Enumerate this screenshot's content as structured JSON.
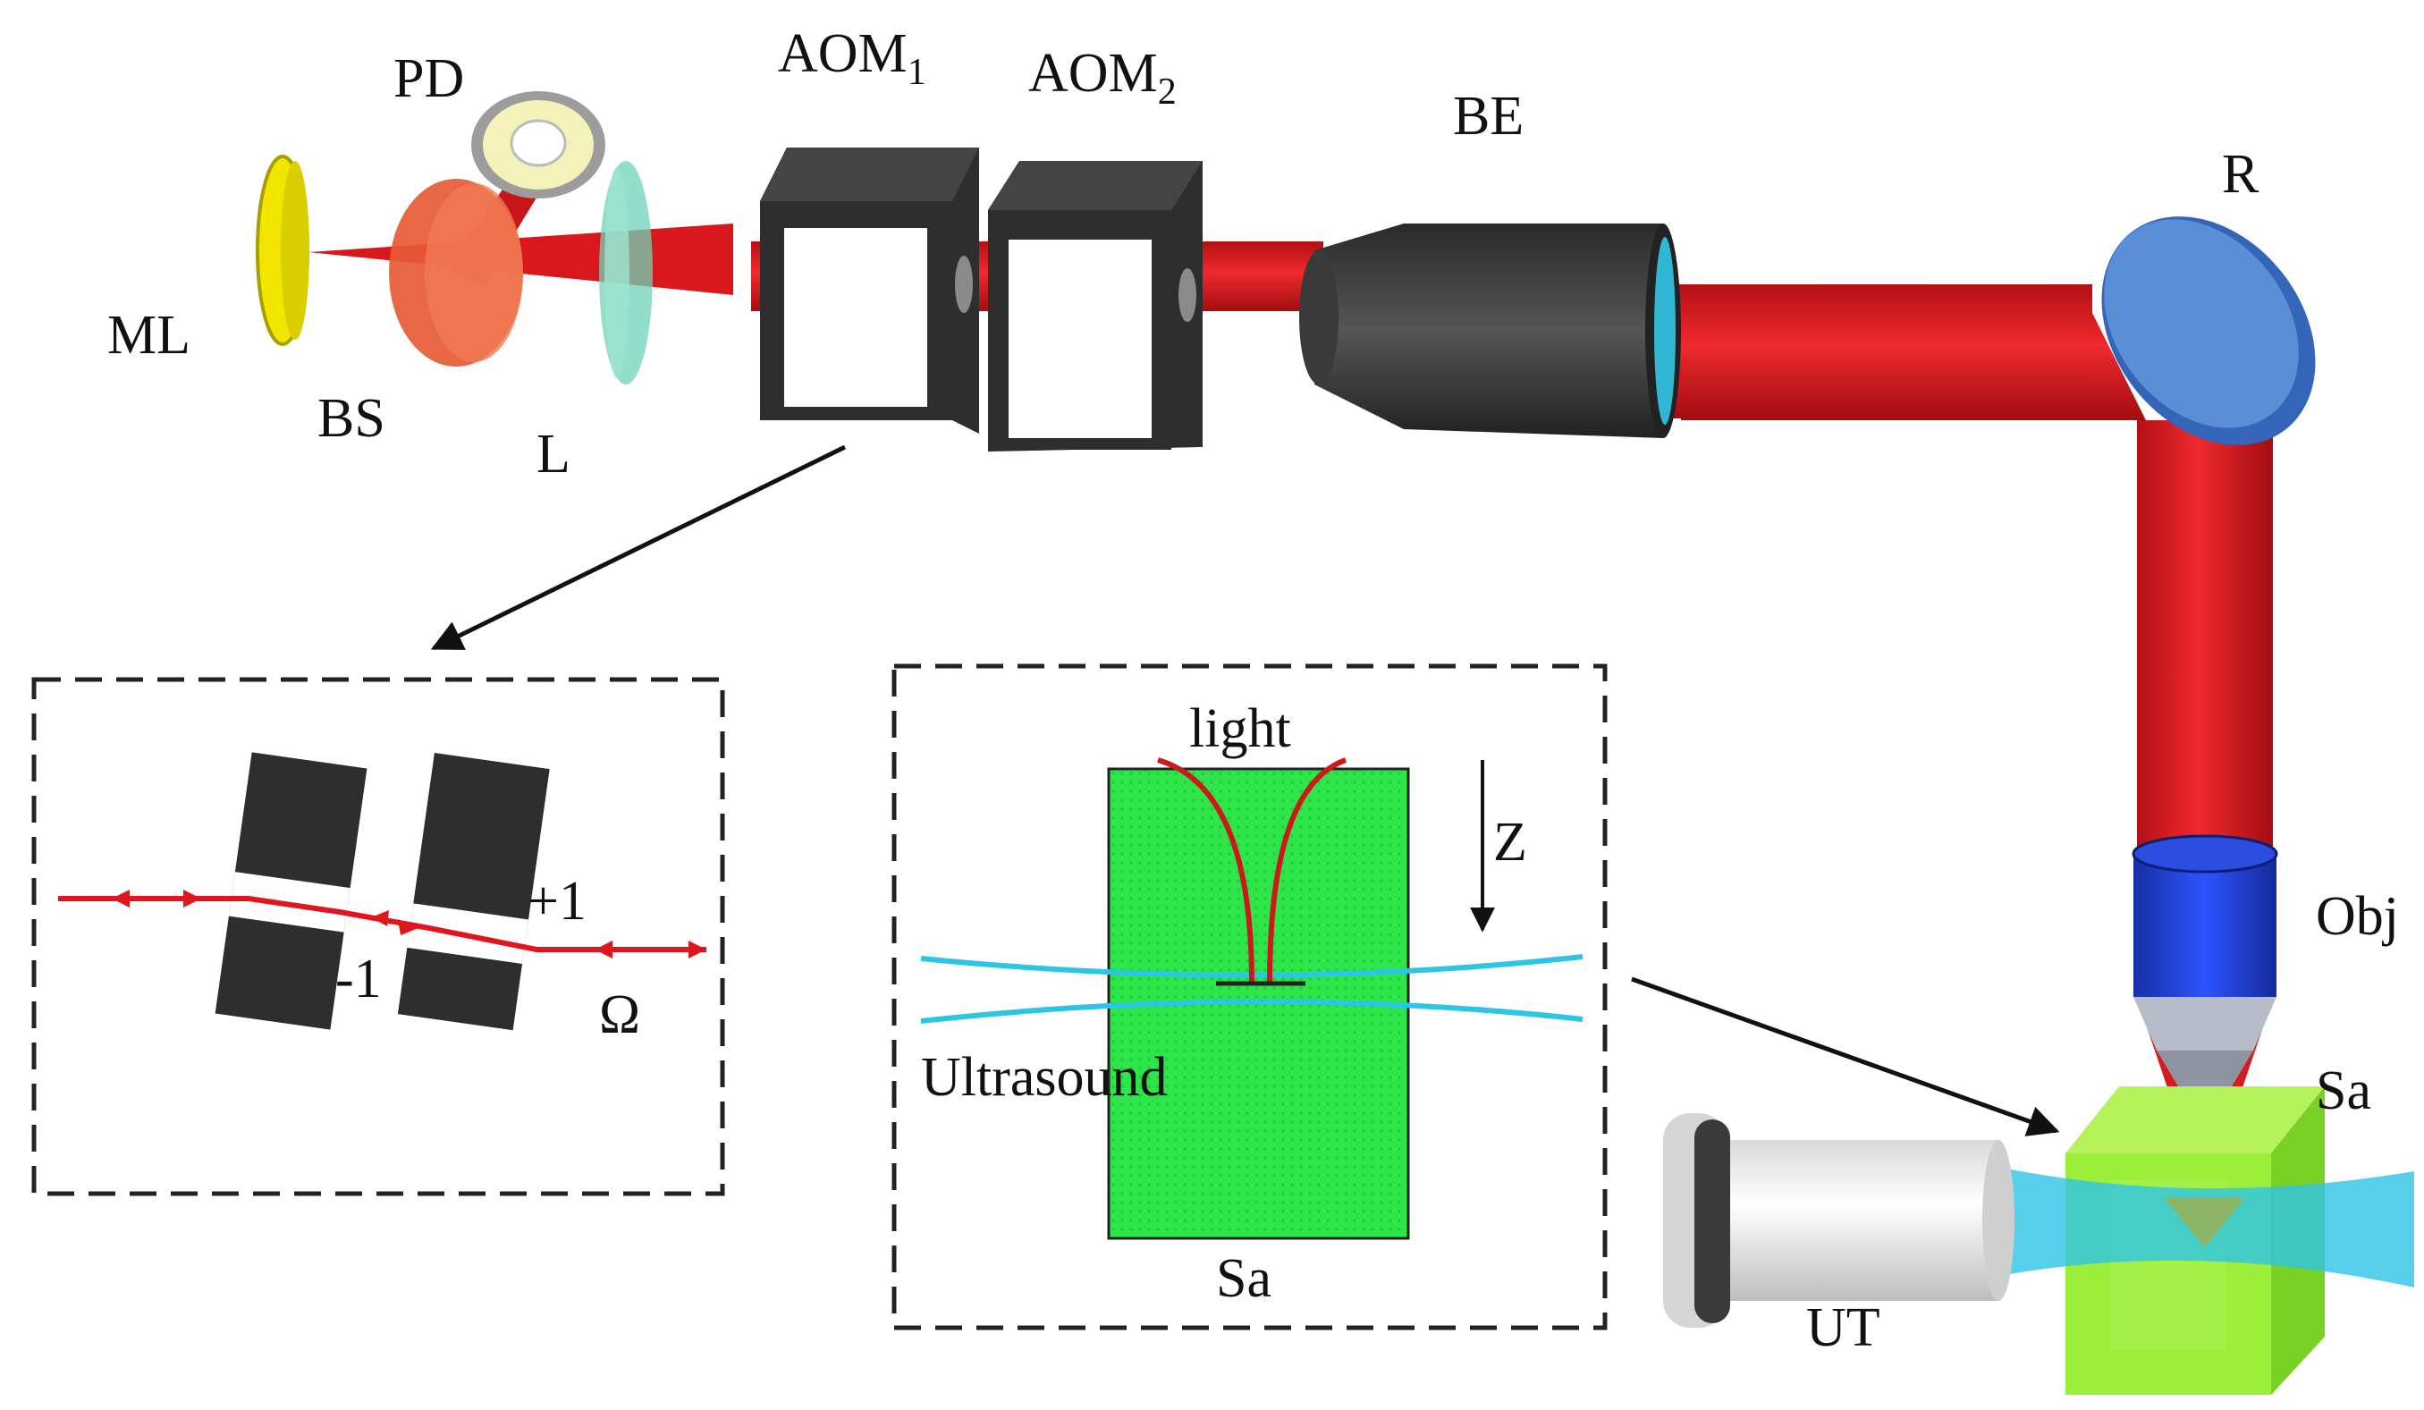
{
  "labels": {
    "pd": "PD",
    "aom1_main": "AOM",
    "aom1_sub": "1",
    "aom2_main": "AOM",
    "aom2_sub": "2",
    "be": "BE",
    "r": "R",
    "ml": "ML",
    "bs": "BS",
    "l": "L",
    "obj": "Obj",
    "sa_main": "Sa",
    "ut": "UT"
  },
  "inset_aom": {
    "minus_one": "-1",
    "plus_one": "+1",
    "omega": "Ω"
  },
  "inset_sample": {
    "light": "light",
    "z": "Z",
    "ultrasound": "Ultrasound",
    "sa": "Sa"
  },
  "colors": {
    "laser": "#e0161c",
    "laser_dark": "#a50e12",
    "aom_body": "#2e2e2e",
    "be_body": "#3a3a3a",
    "mirror_blue": "#4f7fc9",
    "obj_blue": "#1f3fd6",
    "sample_green": "#9bef3a",
    "inset_green": "#2ee64a",
    "ultrasound_cyan": "#2ec4e6",
    "ut_white": "#f2f2f2",
    "ml_yellow": "#f2e600",
    "bs_orange": "#e8623a",
    "lens_teal": "#6fd3b8"
  }
}
